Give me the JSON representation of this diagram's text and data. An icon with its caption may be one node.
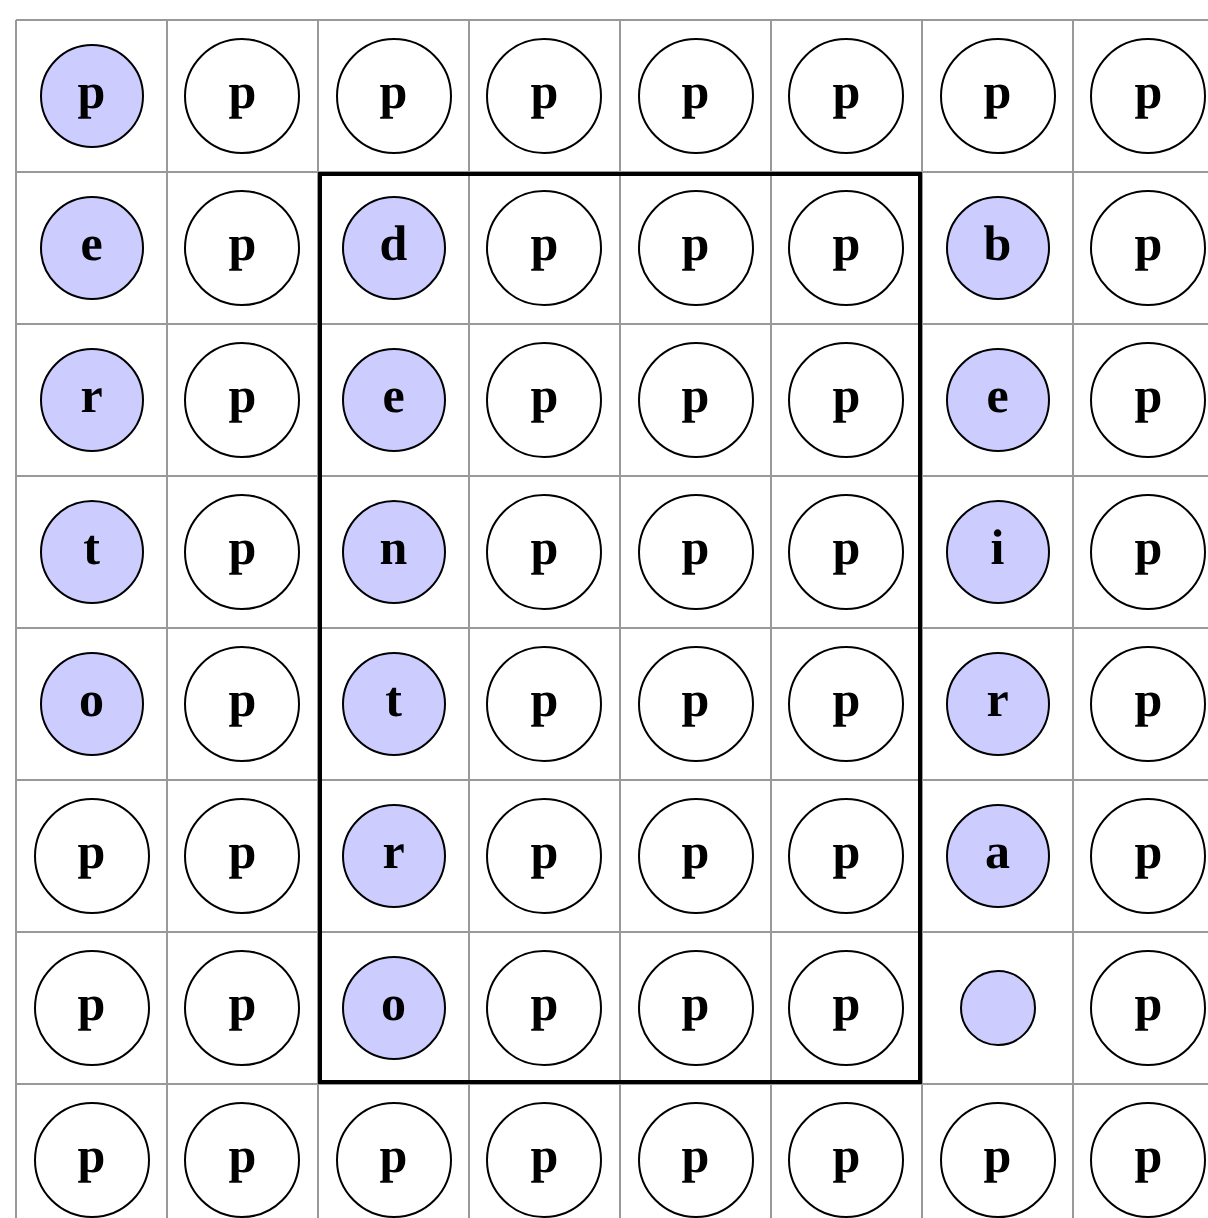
{
  "diagram": {
    "nodes": [
      {
        "text": [],
        "shape": "box"
      },
      {
        "text": [
          "p"
        ]
      },
      {
        "text": [
          "p"
        ]
      },
      {
        "text": [
          "p"
        ]
      },
      {
        "text": [
          "p"
        ]
      },
      {
        "text": [
          "p"
        ]
      },
      {
        "text": [
          "p"
        ]
      },
      {
        "text": [
          "p"
        ]
      },
      {
        "text": [
          "p"
        ]
      },
      {
        "text": [
          "e"
        ]
      },
      {
        "text": [
          "p"
        ]
      },
      {
        "text": [
          "d"
        ],
        "in": 0
      },
      {
        "text": [
          "p"
        ],
        "in": 0
      },
      {
        "text": [
          "p"
        ],
        "in": 0
      },
      {
        "text": [
          "p"
        ],
        "in": 0
      },
      {
        "text": [
          "b"
        ]
      },
      {
        "text": [
          "p"
        ]
      },
      {
        "text": [
          "r"
        ]
      },
      {
        "text": [
          "p"
        ]
      },
      {
        "text": [
          "e"
        ],
        "in": 0
      },
      {
        "text": [
          "p"
        ],
        "in": 0
      },
      {
        "text": [
          "p"
        ],
        "in": 0
      },
      {
        "text": [
          "p"
        ],
        "in": 0
      },
      {
        "text": [
          "e"
        ]
      },
      {
        "text": [
          "p"
        ]
      },
      {
        "text": [
          "t"
        ]
      },
      {
        "text": [
          "p"
        ]
      },
      {
        "text": [
          "n"
        ],
        "in": 0
      },
      {
        "text": [
          "p"
        ],
        "in": 0
      },
      {
        "text": [
          "p"
        ],
        "in": 0
      },
      {
        "text": [
          "p"
        ],
        "in": 0
      },
      {
        "text": [
          "i"
        ]
      },
      {
        "text": [
          "p"
        ]
      },
      {
        "text": [
          "o"
        ]
      },
      {
        "text": [
          "p"
        ]
      },
      {
        "text": [
          "t"
        ],
        "in": 0
      },
      {
        "text": [
          "p"
        ],
        "in": 0
      },
      {
        "text": [
          "p"
        ],
        "in": 0
      },
      {
        "text": [
          "p"
        ],
        "in": 0
      },
      {
        "text": [
          "r"
        ]
      },
      {
        "text": [
          "p"
        ]
      },
      {
        "text": [
          "p"
        ]
      },
      {
        "text": [
          "p"
        ]
      },
      {
        "text": [
          "r"
        ],
        "in": 0
      },
      {
        "text": [
          "p"
        ],
        "in": 0
      },
      {
        "text": [
          "p"
        ],
        "in": 0
      },
      {
        "text": [
          "p"
        ],
        "in": 0
      },
      {
        "text": [
          "a"
        ]
      },
      {
        "text": [
          "p"
        ]
      },
      {
        "text": [
          "p"
        ]
      },
      {
        "text": [
          "p"
        ]
      },
      {
        "text": [
          "o"
        ],
        "in": 0
      },
      {
        "text": [
          "p"
        ],
        "in": 0
      },
      {
        "text": [
          "p"
        ],
        "in": 0
      },
      {
        "text": [
          "p"
        ],
        "in": 0
      },
      {
        "text": [],
        "shape": "circle"
      },
      {
        "text": [
          "p"
        ]
      },
      {
        "text": [
          "p"
        ]
      },
      {
        "text": [
          "p"
        ]
      },
      {
        "text": [
          "p"
        ]
      },
      {
        "text": [
          "p"
        ]
      },
      {
        "text": [
          "p"
        ]
      },
      {
        "text": [
          "p"
        ]
      },
      {
        "text": [
          "p"
        ]
      },
      {
        "text": [
          "p"
        ]
      }
    ]
  }
}
